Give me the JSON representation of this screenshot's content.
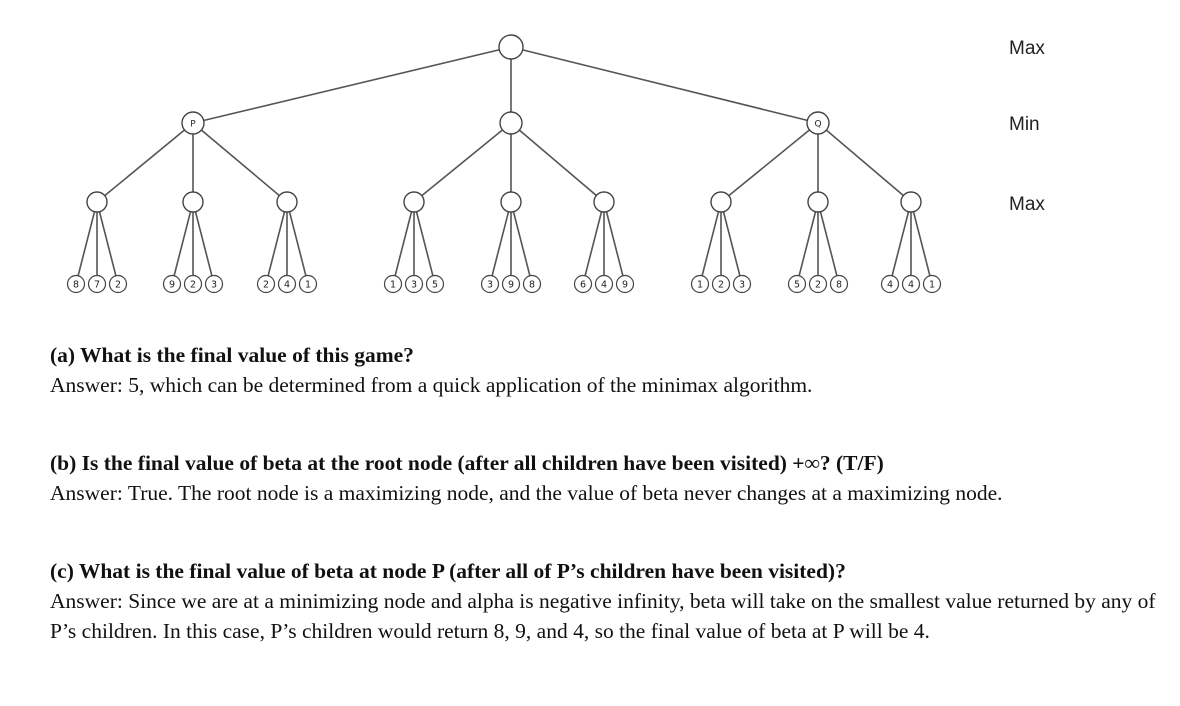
{
  "tree": {
    "level_labels": [
      "Max",
      "Min",
      "Max"
    ],
    "root_label": "",
    "min_nodes": [
      {
        "label": "P",
        "children": [
          [
            8,
            7,
            2
          ],
          [
            9,
            2,
            3
          ],
          [
            2,
            4,
            1
          ]
        ]
      },
      {
        "label": "",
        "children": [
          [
            1,
            3,
            5
          ],
          [
            3,
            9,
            8
          ],
          [
            6,
            4,
            9
          ]
        ]
      },
      {
        "label": "Q",
        "children": [
          [
            1,
            2,
            3
          ],
          [
            5,
            2,
            8
          ],
          [
            4,
            4,
            1
          ]
        ]
      }
    ]
  },
  "questions": [
    {
      "question": "(a) What is the final value of this game?",
      "answer": "Answer: 5, which can be determined from a quick application of the minimax algorithm."
    },
    {
      "question": "(b) Is the final value of beta at the root node (after all children have been visited) +∞? (T/F)",
      "answer": "Answer: True. The root node is a maximizing node, and the value of beta never changes at a maximizing node."
    },
    {
      "question": "(c) What is the final value of beta at node P (after all of P’s children have been visited)?",
      "answer": "Answer: Since we are at a minimizing node and alpha is negative infinity, beta will take on the smallest value returned by any of P’s children. In this case, P’s children would return 8, 9, and 4, so the final value of beta at P will be 4."
    }
  ]
}
